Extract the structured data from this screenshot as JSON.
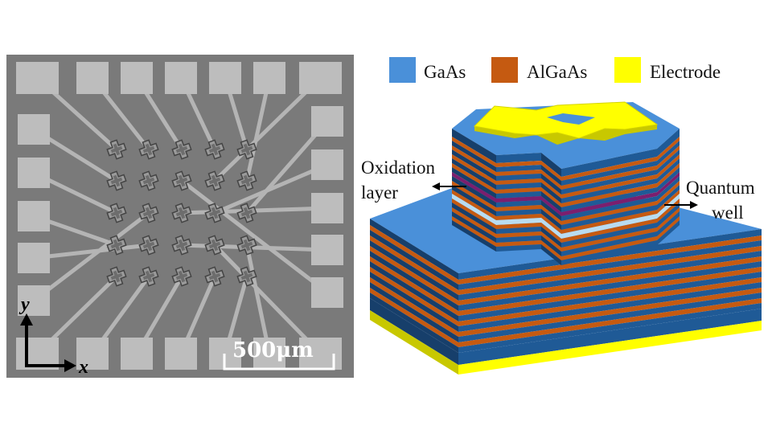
{
  "legend": {
    "items": [
      {
        "label": "GaAs",
        "color": "#4a90d9"
      },
      {
        "label": "AlGaAs",
        "color": "#c55a11"
      },
      {
        "label": "Electrode",
        "color": "#ffff00"
      }
    ]
  },
  "annotations": {
    "oxidation_line1": "Oxidation",
    "oxidation_line2": "layer",
    "quantum_line1": "Quantum",
    "quantum_line2": "well"
  },
  "micrograph": {
    "scale_bar": "500μm",
    "axis_x": "x",
    "axis_y": "y"
  },
  "colors": {
    "gaas_top": "#4a90d9",
    "gaas_side": "#1f5a96",
    "gaas_dark": "#173f6b",
    "algaas": "#c55a11",
    "electrode": "#ffff00",
    "oxidation": "#7b1f6e",
    "quantum_well": "#b9dcf0"
  }
}
